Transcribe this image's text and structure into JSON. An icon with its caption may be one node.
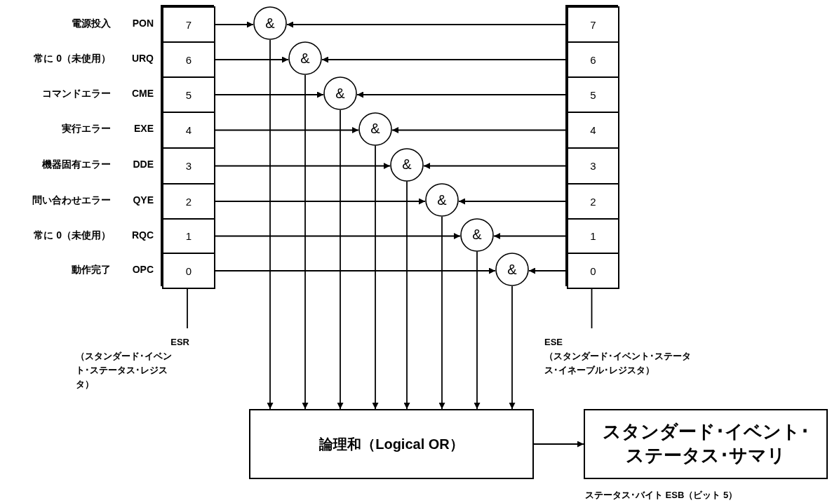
{
  "diagram": {
    "nodes": [
      {
        "text": [],
        "shape": "box"
      },
      {
        "text": [
          "7"
        ],
        "in": 0,
        "beside": [
          "電源投入",
          "PON"
        ]
      },
      {
        "text": [
          "6"
        ],
        "in": 0,
        "beside": [
          "常に 0（未使用）",
          "URQ"
        ]
      },
      {
        "text": [
          "5"
        ],
        "in": 0,
        "beside": [
          "コマンドエラー",
          "CME"
        ]
      },
      {
        "text": [
          "4"
        ],
        "in": 0,
        "beside": [
          "実行エラー",
          "EXE"
        ]
      },
      {
        "text": [
          "3"
        ],
        "in": 0,
        "beside": [
          "機器固有エラー",
          "DDE"
        ]
      },
      {
        "text": [
          "2"
        ],
        "in": 0,
        "beside": [
          "問い合わせエラー",
          "QYE"
        ]
      },
      {
        "text": [
          "1"
        ],
        "in": 0,
        "beside": [
          "常に 0（未使用）",
          "RQC"
        ]
      },
      {
        "text": [
          "0"
        ],
        "in": 0,
        "beside": [
          "動作完了",
          "OPC"
        ]
      },
      {
        "text": [],
        "shape": "box"
      },
      {
        "text": [
          "7"
        ],
        "in": 9
      },
      {
        "text": [
          "6"
        ],
        "in": 9
      },
      {
        "text": [
          "5"
        ],
        "in": 9
      },
      {
        "text": [
          "4"
        ],
        "in": 9
      },
      {
        "text": [
          "3"
        ],
        "in": 9
      },
      {
        "text": [
          "2"
        ],
        "in": 9
      },
      {
        "text": [
          "1"
        ],
        "in": 9
      },
      {
        "text": [
          "0"
        ],
        "in": 9
      },
      {
        "text": [
          "&"
        ]
      },
      {
        "text": [
          "&"
        ]
      },
      {
        "text": [
          "&"
        ]
      },
      {
        "text": [
          "&"
        ]
      },
      {
        "text": [
          "&"
        ]
      },
      {
        "text": [
          "&"
        ]
      },
      {
        "text": [
          "&"
        ]
      },
      {
        "text": [
          "&"
        ]
      },
      {
        "text": [
          "論理和（Logical OR）"
        ]
      },
      {
        "text": [
          "スタンダード･イベント･ステータス･サマリ"
        ],
        "beside": [
          "ステータス･バイト ESB（ビット 5）"
        ]
      },
      {
        "text": [
          "ESR",
          "（スタンダード･イベント･ステータス･レジスタ）"
        ]
      },
      {
        "text": [
          "ESE",
          "（スタンダード･イベント･ステータス･イネーブル･レジスタ）"
        ]
      }
    ],
    "edges": [
      {
        "from": 1,
        "to": 18,
        "arrow": "to"
      },
      {
        "from": 2,
        "to": 19,
        "arrow": "to"
      },
      {
        "from": 3,
        "to": 20,
        "arrow": "to"
      },
      {
        "from": 4,
        "to": 21,
        "arrow": "to"
      },
      {
        "from": 5,
        "to": 22,
        "arrow": "to"
      },
      {
        "from": 6,
        "to": 23,
        "arrow": "to"
      },
      {
        "from": 7,
        "to": 24,
        "arrow": "to"
      },
      {
        "from": 8,
        "to": 25,
        "arrow": "to"
      },
      {
        "from": 10,
        "to": 18,
        "arrow": "to"
      },
      {
        "from": 11,
        "to": 19,
        "arrow": "to"
      },
      {
        "from": 12,
        "to": 20,
        "arrow": "to"
      },
      {
        "from": 13,
        "to": 21,
        "arrow": "to"
      },
      {
        "from": 14,
        "to": 22,
        "arrow": "to"
      },
      {
        "from": 15,
        "to": 23,
        "arrow": "to"
      },
      {
        "from": 16,
        "to": 24,
        "arrow": "to"
      },
      {
        "from": 17,
        "to": 25,
        "arrow": "to"
      },
      {
        "from": 18,
        "to": 26,
        "arrow": "to"
      },
      {
        "from": 19,
        "to": 26,
        "arrow": "to"
      },
      {
        "from": 20,
        "to": 26,
        "arrow": "to"
      },
      {
        "from": 21,
        "to": 26,
        "arrow": "to"
      },
      {
        "from": 22,
        "to": 26,
        "arrow": "to"
      },
      {
        "from": 23,
        "to": 26,
        "arrow": "to"
      },
      {
        "from": 24,
        "to": 26,
        "arrow": "to"
      },
      {
        "from": 25,
        "to": 26,
        "arrow": "to"
      },
      {
        "from": 26,
        "to": 27,
        "arrow": "to"
      },
      {
        "from": 28,
        "to": 0,
        "arrow": "none"
      },
      {
        "from": 29,
        "to": 9,
        "arrow": "none"
      }
    ]
  }
}
